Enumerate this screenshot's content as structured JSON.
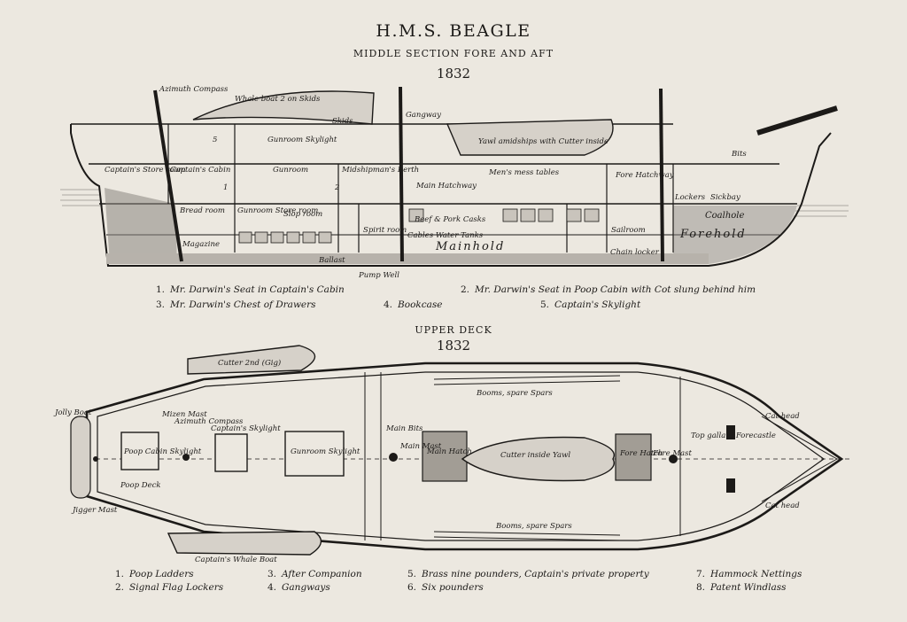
{
  "header": {
    "title": "H.M.S. BEAGLE",
    "subtitle": "MIDDLE SECTION FORE AND AFT",
    "year": "1832"
  },
  "upper_deck_header": {
    "title": "UPPER DECK",
    "year": "1832"
  },
  "section_labels": {
    "azimuth_compass": "Azimuth Compass",
    "whale_boat_on_skids": "Whale boat 2 on Skids",
    "skids": "Skids",
    "gunroom_skylight": "Gunroom Skylight",
    "captains_store_room": "Captain's Store room",
    "captains_cabin": "Captain's Cabin",
    "gunroom": "Gunroom",
    "midshipmans_berth": "Midshipman's Berth",
    "main_hatchway": "Main Hatchway",
    "gangway": "Gangway",
    "yawl_amidships": "Yawl amidships with Cutter inside",
    "mens_mess_tables": "Men's mess tables",
    "fore_hatchway": "Fore Hatchway",
    "bits": "Bits",
    "lockers": "Lockers",
    "sickbay": "Sickbay",
    "coalhole": "Coalhole",
    "bread_room": "Bread room",
    "gunroom_store_room": "Gunroom Store room",
    "slop_room": "Slop room",
    "spirit_room": "Spirit room",
    "beef_pork_casks": "Beef & Pork Casks",
    "cables_water_tanks": "Cables Water Tanks",
    "mainhold": "Mainhold",
    "sailroom": "Sailroom",
    "forehold": "Forehold",
    "chain_locker": "Chain locker",
    "magazine": "Magazine",
    "ballast": "Ballast",
    "pump_well": "Pump Well",
    "num5": "5",
    "num1": "1",
    "num2": "2"
  },
  "deck_labels": {
    "cutter_gig": "Cutter 2nd (Gig)",
    "booms_top": "Booms, spare Spars",
    "booms_bottom": "Booms, spare Spars",
    "cat_head_top": "Cat head",
    "cat_head_bottom": "Cat head",
    "poop_cabin_skylight": "Poop Cabin Skylight",
    "azimuth_compass": "Azimuth Compass",
    "mizen_mast": "Mizen Mast",
    "captains_skylight": "Captain's Skylight",
    "gunroom_skylight": "Gunroom Skylight",
    "main_bits": "Main Bits",
    "main_mast": "Main Mast",
    "main_hatch": "Main Hatch",
    "cutter_inside_yawl": "Cutter inside Yawl",
    "fore_hatch": "Fore Hatch",
    "fore_mast": "Fore Mast",
    "top_gallant_forecastle": "Top gallant Forecastle",
    "poop_deck": "Poop Deck",
    "jolly_boat": "Jolly Boat",
    "jigger_mast": "Jigger Mast",
    "captains_whale_boat": "Captain's Whale Boat"
  },
  "legend_section": [
    {
      "num": "1.",
      "text": "Mr. Darwin's Seat in Captain's Cabin"
    },
    {
      "num": "2.",
      "text": "Mr. Darwin's Seat in Poop Cabin with Cot slung behind him"
    },
    {
      "num": "3.",
      "text": "Mr. Darwin's Chest of Drawers"
    },
    {
      "num": "4.",
      "text": "Bookcase"
    },
    {
      "num": "5.",
      "text": "Captain's Skylight"
    }
  ],
  "legend_deck": [
    {
      "num": "1.",
      "text": "Poop Ladders"
    },
    {
      "num": "2.",
      "text": "Signal Flag Lockers"
    },
    {
      "num": "3.",
      "text": "After Companion"
    },
    {
      "num": "4.",
      "text": "Gangways"
    },
    {
      "num": "5.",
      "text": "Brass nine pounders, Captain's private property"
    },
    {
      "num": "6.",
      "text": "Six pounders"
    },
    {
      "num": "7.",
      "text": "Hammock Nettings"
    },
    {
      "num": "8.",
      "text": "Patent Windlass"
    }
  ],
  "colors": {
    "paper": "#ece8e0",
    "ink": "#1c1a18",
    "shade": "#8a8580"
  }
}
